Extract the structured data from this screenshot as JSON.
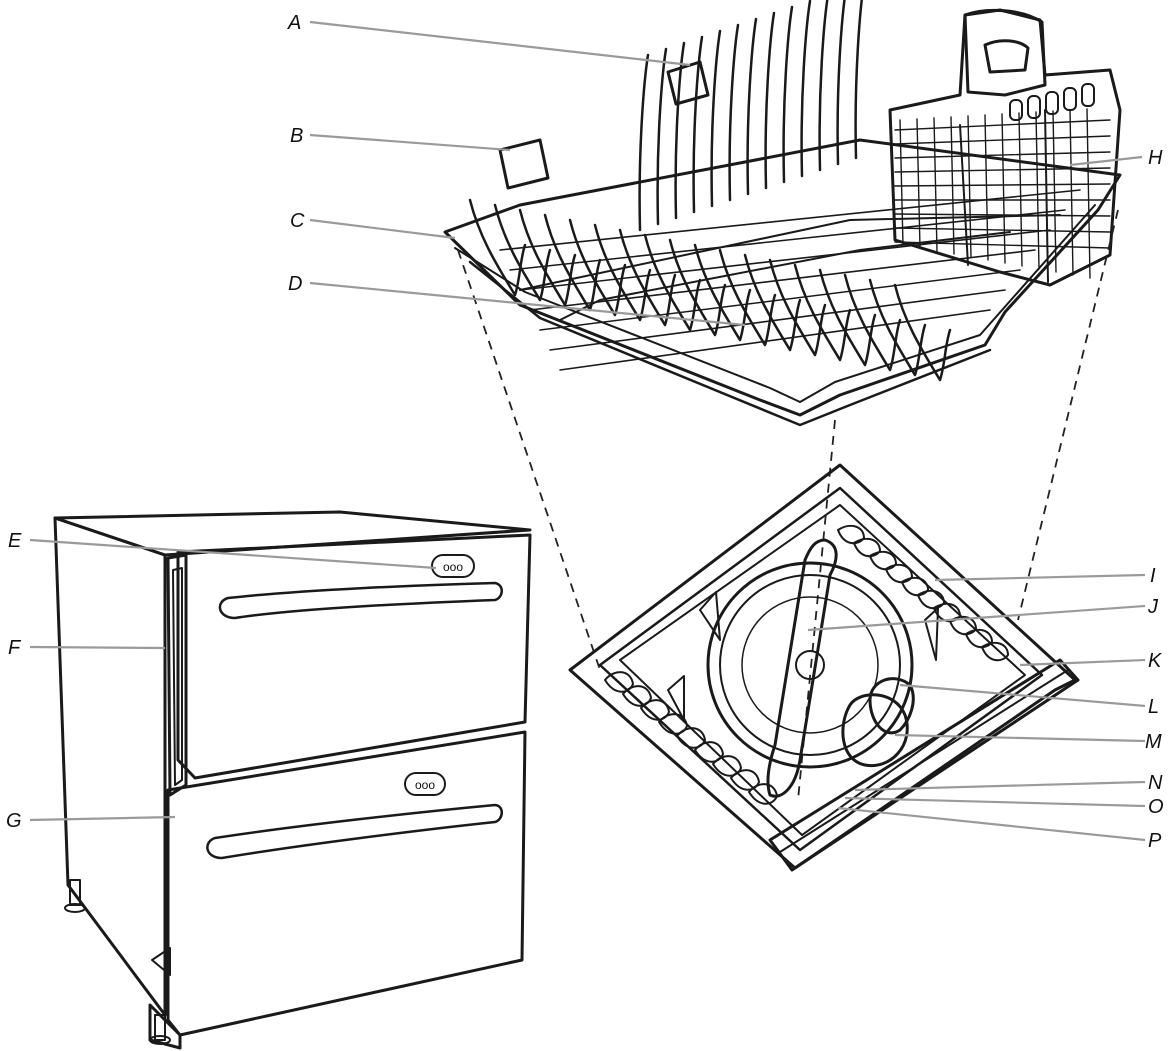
{
  "figure": {
    "subject": "",
    "callouts": [
      {
        "id": "A",
        "text": "A"
      },
      {
        "id": "B",
        "text": "B"
      },
      {
        "id": "C",
        "text": "C"
      },
      {
        "id": "D",
        "text": "D"
      },
      {
        "id": "E",
        "text": "E"
      },
      {
        "id": "F",
        "text": "F"
      },
      {
        "id": "G",
        "text": "G"
      },
      {
        "id": "H",
        "text": "H"
      },
      {
        "id": "I",
        "text": "I"
      },
      {
        "id": "J",
        "text": "J"
      },
      {
        "id": "K",
        "text": "K"
      },
      {
        "id": "L",
        "text": "L"
      },
      {
        "id": "M",
        "text": "M"
      },
      {
        "id": "N",
        "text": "N"
      },
      {
        "id": "O",
        "text": "O"
      },
      {
        "id": "P",
        "text": "P"
      }
    ]
  },
  "appliance": {
    "upper_drawer_logo": "ooo",
    "lower_drawer_logo": "ooo"
  },
  "colors": {
    "steel_light": "#e4e4e4",
    "steel_mid": "#a9a9a9",
    "steel_dark": "#6f6f6f",
    "leader_line": "#9a9a9a",
    "ink": "#1a1a1a"
  }
}
